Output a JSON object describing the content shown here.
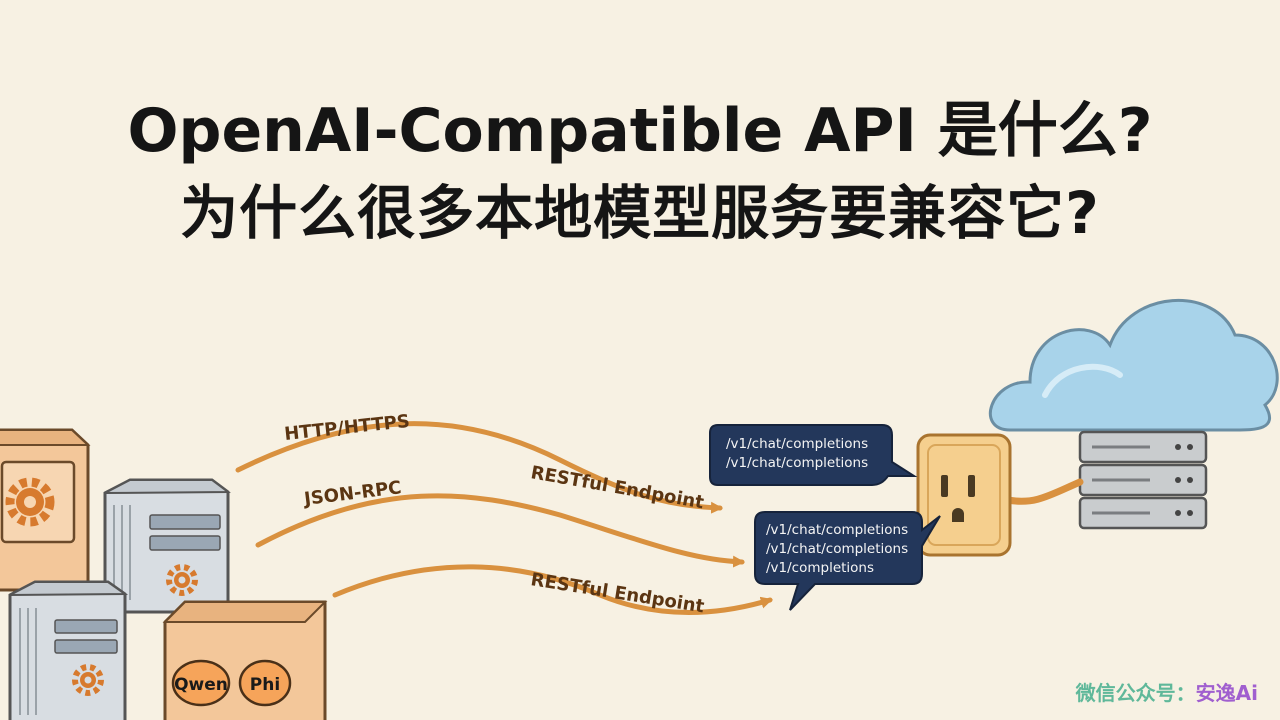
{
  "title": {
    "line1": "OpenAI-Compatible API 是什么?",
    "line2": "为什么很多本地模型服务要兼容它?"
  },
  "connections": [
    {
      "upper_label": "HTTP/HTTPS",
      "lower_label": "RESTful Endpoint"
    },
    {
      "upper_label": "JSON-RPC"
    },
    {
      "lower_label": "RESTful Endpoint"
    }
  ],
  "bubbles": [
    {
      "lines": [
        "/v1/chat/completions",
        "/v1/chat/completions"
      ]
    },
    {
      "lines": [
        "/v1/chat/completions",
        "/v1/chat/completions",
        "/v1/completions"
      ]
    }
  ],
  "model_badges": [
    "Qwen",
    "Phi"
  ],
  "watermark": {
    "prefix": "微信公众号：",
    "name": "安逸Ai"
  },
  "colors": {
    "background": "#f7f1e3",
    "arrow": "#d9913f",
    "bubble": "#23375b",
    "cloud": "#a8d3ea",
    "socket": "#f5cf8e",
    "tower_orange": "#f3c79a",
    "tower_gray": "#d8dde2",
    "server_gray": "#c9ccce"
  },
  "icons": [
    "gear-icon",
    "cloud-icon",
    "power-socket-icon",
    "server-rack-icon",
    "computer-tower-icon"
  ]
}
